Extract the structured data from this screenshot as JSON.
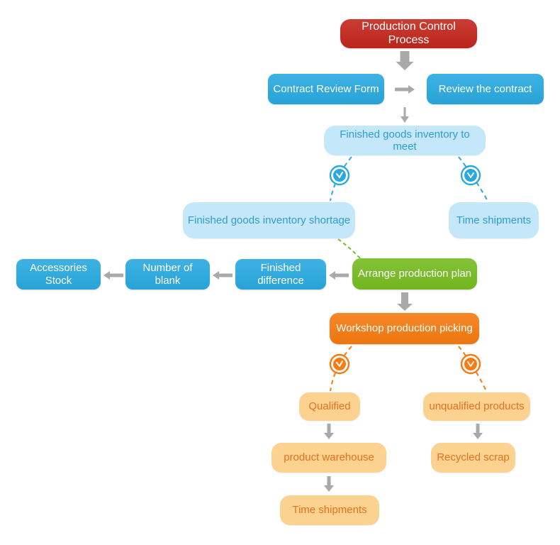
{
  "diagram_title": "Production Control Process",
  "colors": {
    "red": "#C5271C",
    "blue": "#29A9E0",
    "light-blue": "#C4E7FA",
    "blue-text": "#2E9CD9",
    "green": "#76BC20",
    "orange": "#F67B10",
    "light-orange": "#FBD28F",
    "orange-text": "#E8701E",
    "arrow-gray": "#A9A9A9"
  },
  "icons": {
    "decision_marker": "clock-icon"
  },
  "nodes": [
    {
      "id": "production-control-process",
      "label": "Production Control Process",
      "color": "#C5271C"
    },
    {
      "id": "contract-review-form",
      "label": "Contract Review Form",
      "color": "#29A9E0"
    },
    {
      "id": "review-the-contract",
      "label": "Review the contract",
      "color": "#29A9E0"
    },
    {
      "id": "finished-goods-inventory-to-meet",
      "label": "Finished goods inventory to meet",
      "color": "#C4E7FA"
    },
    {
      "id": "finished-goods-inventory-shortage",
      "label": "Finished goods inventory shortage",
      "color": "#C4E7FA"
    },
    {
      "id": "time-shipments-upper",
      "label": "Time shipments",
      "color": "#C4E7FA"
    },
    {
      "id": "accessories-stock",
      "label": "Accessories Stock",
      "color": "#29A9E0"
    },
    {
      "id": "number-of-blank",
      "label": "Number of blank",
      "color": "#29A9E0"
    },
    {
      "id": "finished-difference",
      "label": "Finished difference",
      "color": "#29A9E0"
    },
    {
      "id": "arrange-production-plan",
      "label": "Arrange production plan",
      "color": "#76BC20"
    },
    {
      "id": "workshop-production-picking",
      "label": "Workshop production picking",
      "color": "#F67B10"
    },
    {
      "id": "qualified",
      "label": "Qualified",
      "color": "#FBD28F"
    },
    {
      "id": "unqualified-products",
      "label": "unqualified products",
      "color": "#FBD28F"
    },
    {
      "id": "product-warehouse",
      "label": "product warehouse",
      "color": "#FBD28F"
    },
    {
      "id": "recycled-scrap",
      "label": "Recycled scrap",
      "color": "#FBD28F"
    },
    {
      "id": "time-shipments-lower",
      "label": "Time shipments",
      "color": "#FBD28F"
    }
  ],
  "edges": [
    {
      "from": "production-control-process",
      "to": "contract-review-form",
      "style": "solid-arrow"
    },
    {
      "from": "contract-review-form",
      "to": "review-the-contract",
      "style": "solid-arrow"
    },
    {
      "from": "review-row",
      "to": "finished-goods-inventory-to-meet",
      "style": "solid-arrow"
    },
    {
      "from": "finished-goods-inventory-to-meet",
      "to": "finished-goods-inventory-shortage",
      "style": "dashed-clock"
    },
    {
      "from": "finished-goods-inventory-to-meet",
      "to": "time-shipments-upper",
      "style": "dashed-clock"
    },
    {
      "from": "finished-goods-inventory-shortage",
      "to": "arrange-production-plan",
      "style": "dashed"
    },
    {
      "from": "arrange-production-plan",
      "to": "finished-difference",
      "style": "solid-arrow"
    },
    {
      "from": "finished-difference",
      "to": "number-of-blank",
      "style": "solid-arrow"
    },
    {
      "from": "number-of-blank",
      "to": "accessories-stock",
      "style": "solid-arrow"
    },
    {
      "from": "arrange-production-plan",
      "to": "workshop-production-picking",
      "style": "solid-arrow"
    },
    {
      "from": "workshop-production-picking",
      "to": "qualified",
      "style": "dashed-clock"
    },
    {
      "from": "workshop-production-picking",
      "to": "unqualified-products",
      "style": "dashed-clock"
    },
    {
      "from": "qualified",
      "to": "product-warehouse",
      "style": "solid-arrow"
    },
    {
      "from": "product-warehouse",
      "to": "time-shipments-lower",
      "style": "solid-arrow"
    },
    {
      "from": "unqualified-products",
      "to": "recycled-scrap",
      "style": "solid-arrow"
    }
  ]
}
